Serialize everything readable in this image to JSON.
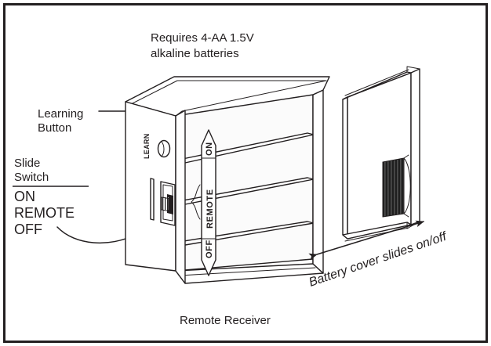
{
  "figure": {
    "title_note": "Requires 4-AA 1.5V alkaline batteries",
    "note_line1": "Requires 4-AA 1.5V",
    "note_line2": "alkaline batteries",
    "caption": "Remote Receiver",
    "cover_note": "Battery cover slides on/off"
  },
  "callouts": {
    "learning_button_line1": "Learning",
    "learning_button_line2": "Button",
    "slide_switch_line1": "Slide",
    "slide_switch_line2": "Switch",
    "position_on": "ON",
    "position_remote": "REMOTE",
    "position_off": "OFF"
  },
  "device": {
    "learn_label": "LEARN",
    "band_top": "ON",
    "band_middle": "REMOTE",
    "band_bottom": "OFF"
  },
  "colors": {
    "ink": "#231f20",
    "paper": "#ffffff",
    "grip_dark": "#2b2b2b"
  }
}
